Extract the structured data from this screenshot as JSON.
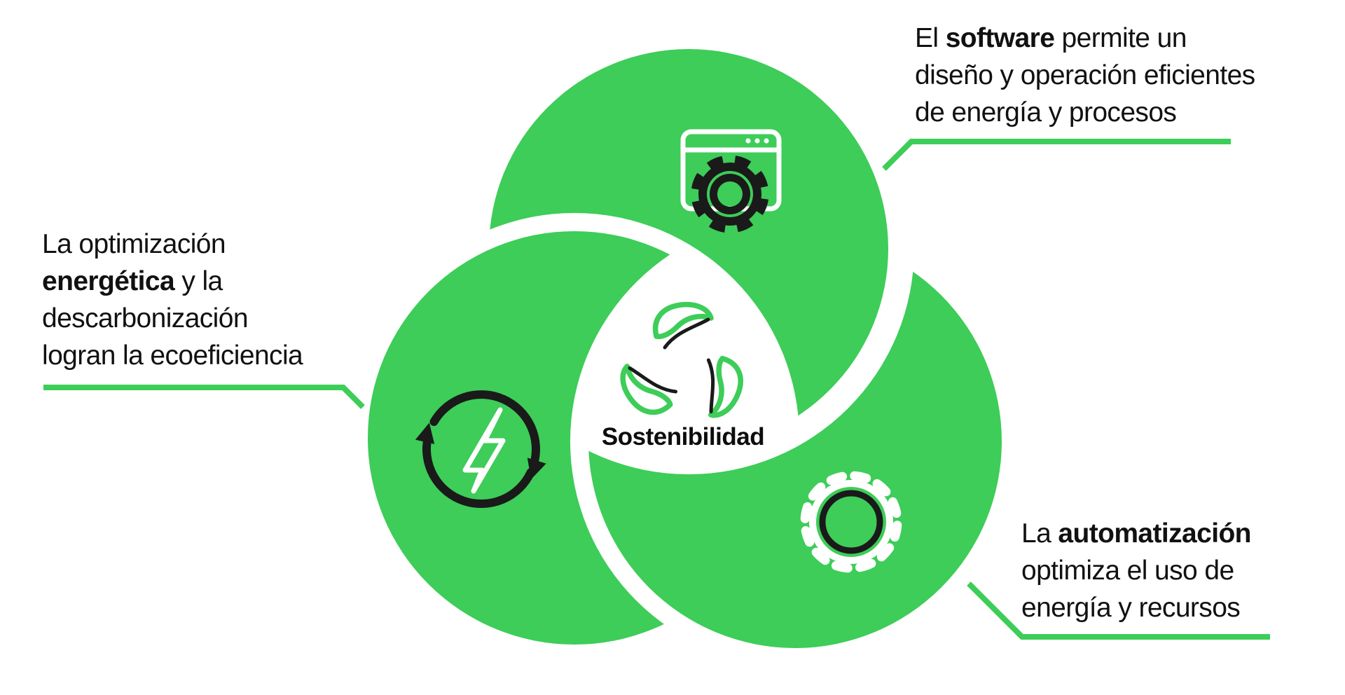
{
  "diagram": {
    "type": "trefoil-venn",
    "center": {
      "label": "Sostenibilidad"
    },
    "colors": {
      "green": "#3DCD58",
      "icon_black": "#1a1a1a",
      "icon_white": "#ffffff",
      "text": "#111111",
      "background": "#ffffff"
    },
    "icons": {
      "center": "recycle-leaves-icon",
      "top_circle": "software-window-gear-icon",
      "left_circle": "energy-cycle-bolt-icon",
      "right_circle": "automation-gear-icon"
    },
    "callouts": {
      "software": {
        "lines": [
          [
            {
              "t": "El "
            },
            {
              "t": "software",
              "b": true
            },
            {
              "t": " permite un"
            }
          ],
          [
            {
              "t": "diseño y operación eficientes"
            }
          ],
          [
            {
              "t": "de energía y procesos"
            }
          ]
        ]
      },
      "energia": {
        "lines": [
          [
            {
              "t": "La optimización"
            }
          ],
          [
            {
              "t": "energética",
              "b": true
            },
            {
              "t": " y la"
            }
          ],
          [
            {
              "t": "descarbonización"
            }
          ],
          [
            {
              "t": "logran la ecoeficiencia"
            }
          ]
        ]
      },
      "automatizacion": {
        "lines": [
          [
            {
              "t": "La "
            },
            {
              "t": "automatización",
              "b": true
            }
          ],
          [
            {
              "t": "optimiza el uso de"
            }
          ],
          [
            {
              "t": "energía y recursos"
            }
          ]
        ]
      }
    }
  }
}
